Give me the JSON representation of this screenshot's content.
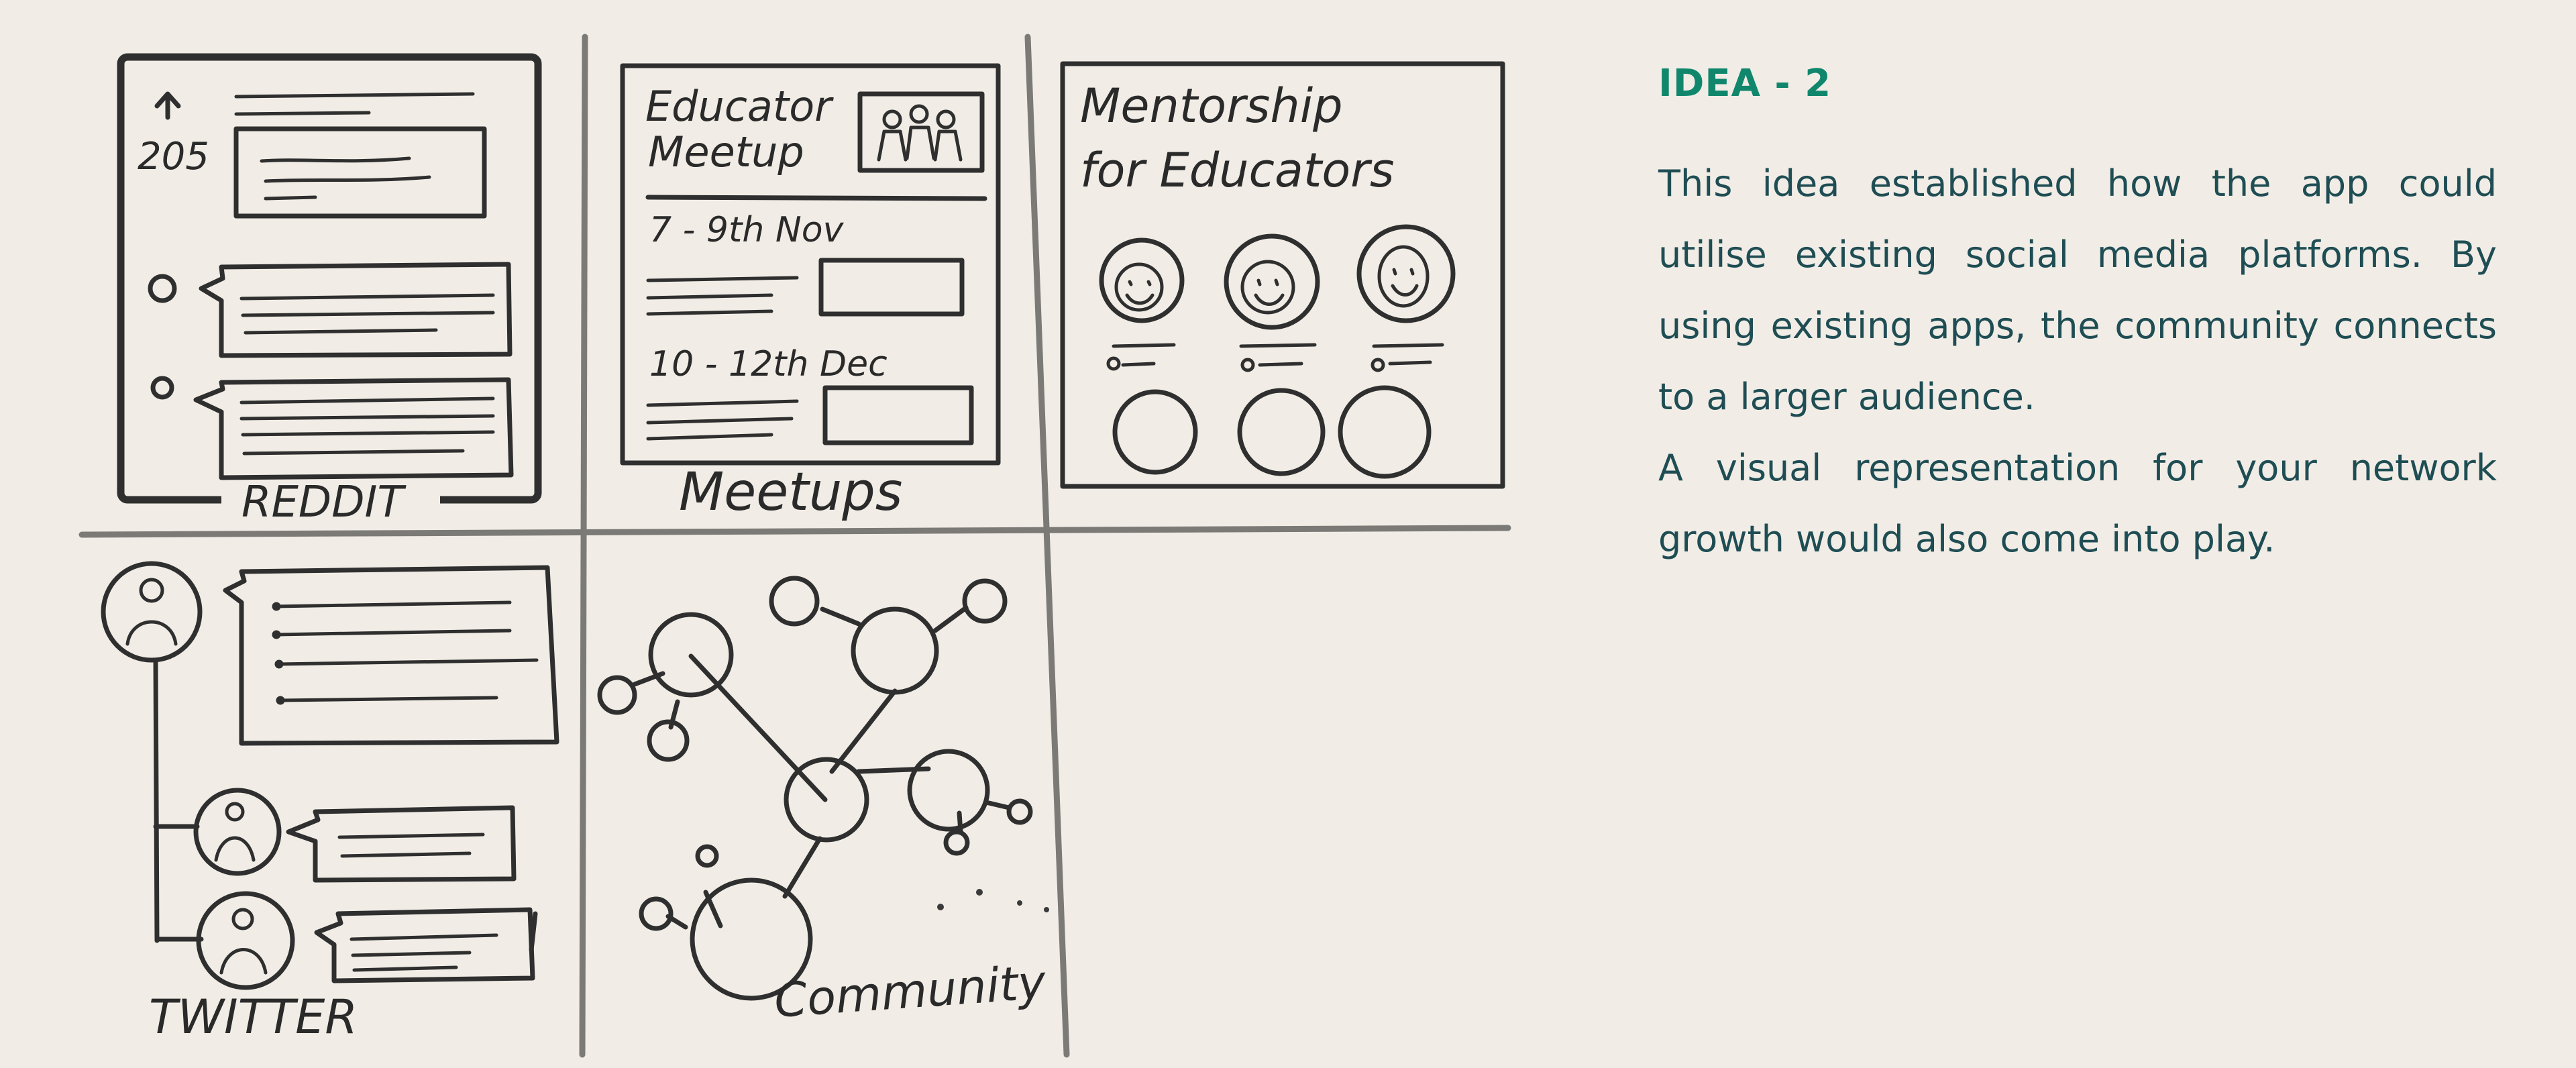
{
  "sketch": {
    "reddit_votes": "205",
    "reddit_label": "REDDIT",
    "meetup_title_line1": "Educator",
    "meetup_title_line2": "Meetup",
    "meetup_date_1": "7 - 9th Nov",
    "meetup_date_2": "10 - 12th Dec",
    "meetups_label": "Meetups",
    "mentorship_title_line1": "Mentorship",
    "mentorship_title_line2": "for Educators",
    "twitter_label": "TWITTER",
    "community_label": "Community",
    "icons": [
      "upvote-arrow-icon",
      "avatar-icon",
      "smiley-face-icon"
    ],
    "colors": {
      "ink": "#2f2f2f",
      "grid": "#7c7a77",
      "background": "#f1ede6"
    }
  },
  "idea": {
    "title": "IDEA - 2",
    "paragraph_1": "This idea established how the app could utilise existing social media platforms. By using existing apps, the community connects to a larger audience.",
    "paragraph_2": "A visual representation for your network growth would also come into play.",
    "colors": {
      "title": "#10876c",
      "body": "#1f4d54"
    }
  }
}
